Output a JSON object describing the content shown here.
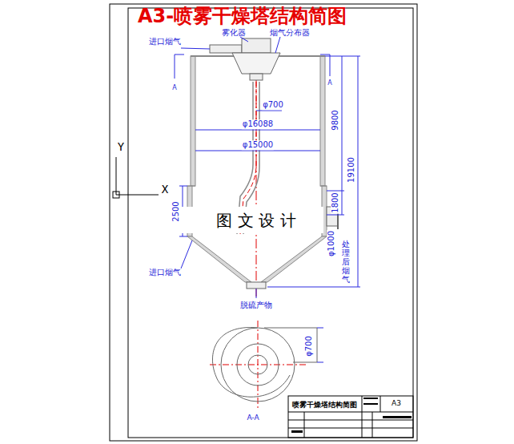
{
  "diagram": {
    "title": "A3-喷雾干燥塔结构简图",
    "labels": [
      "进口烟气",
      "雾化器",
      "烟气分布器",
      "A",
      "A",
      "φ700",
      "φ16088",
      "φ15000",
      "9800",
      "19100",
      "1800",
      "2500",
      "φ1000",
      "处理后烟气",
      "进口烟气",
      "脱硫产物",
      "图 文 设 计",
      "φ700",
      "A-A",
      "喷雾干燥塔结构简图",
      "A3",
      "Y",
      "X"
    ]
  }
}
